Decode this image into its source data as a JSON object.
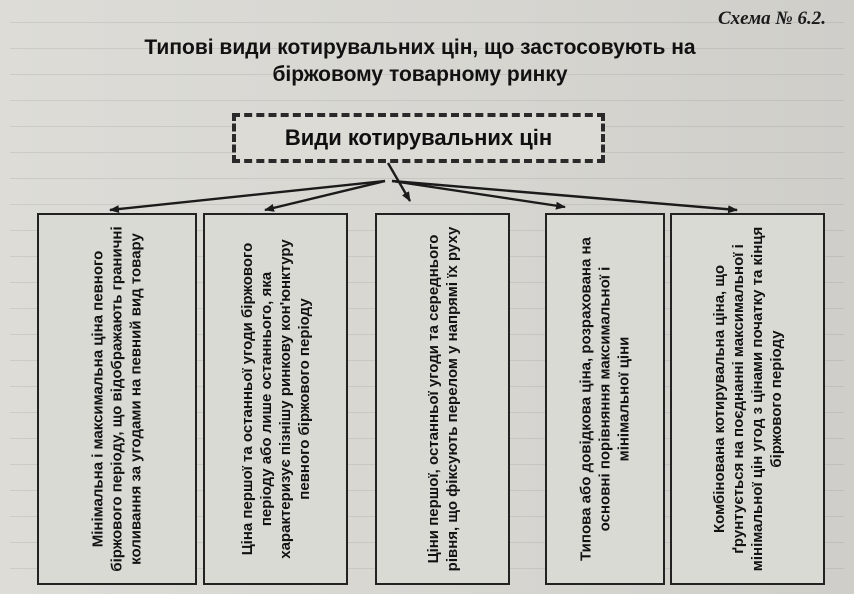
{
  "scheme_label": "Схема № 6.2.",
  "title": "Типові види котирувальних цін, що застосовують на біржовому товарному ринку",
  "root": "Види котирувальних цін",
  "children": [
    "Мінімальна і максимальна ціна певного біржового періоду, що відображають граничні коливання за угодами на певний вид товару",
    "Ціна першої та останньої угоди біржового періоду або лише останнього, яка характеризує пізнішу ринкову кон'юнктуру певного біржового періоду",
    "Ціни першої, останньої угоди та середнього рівня, що фіксують перелом у напрямі їх руху",
    "Типова або довідкова ціна, розрахована на основні порівняння максимальної і мінімальної ціни",
    "Комбінована котирувальна ціна, що ґрунтується на поєднанні максимальної і мінімальної цін угод з цінами початку та кінця біржового періоду"
  ]
}
